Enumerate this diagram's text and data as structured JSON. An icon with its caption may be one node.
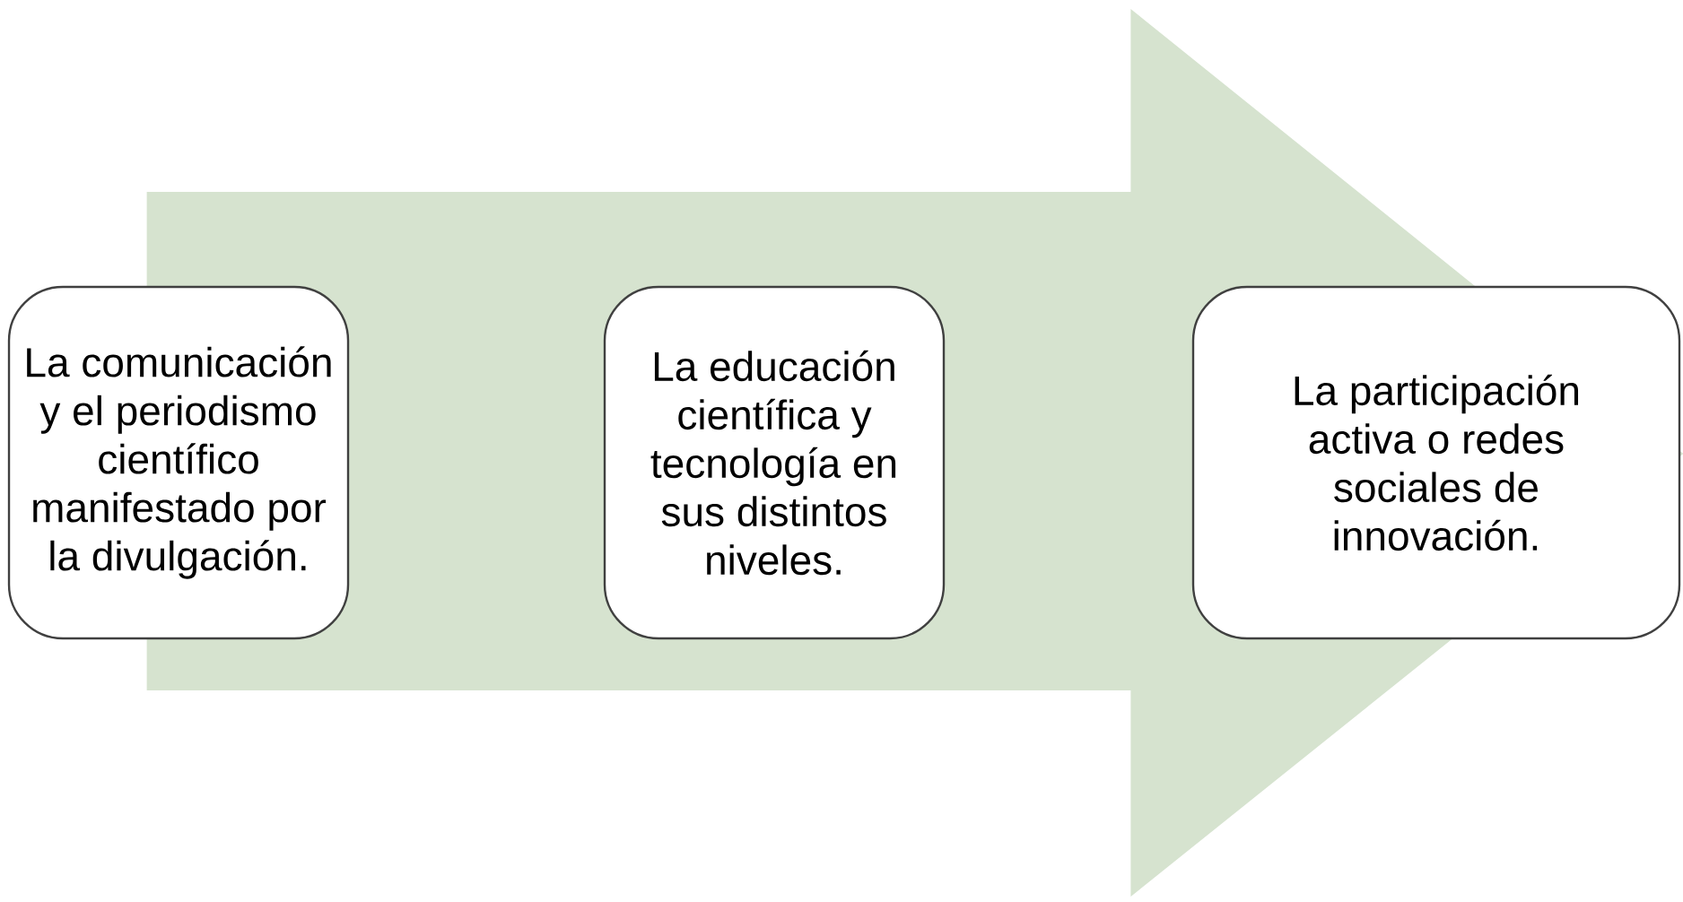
{
  "diagram": {
    "nodes": [
      {
        "text": [
          "La comunicación y el periodismo científico manifestado por la divulgación."
        ]
      },
      {
        "text": [
          "La educación científica y tecnología en sus distintos niveles."
        ]
      },
      {
        "text": [
          "La participación activa o redes sociales de innovación."
        ]
      }
    ],
    "edges": [
      {
        "from": 0,
        "to": 2,
        "arrow": "to",
        "style": "thick",
        "color": "#d6e3cf"
      }
    ]
  }
}
